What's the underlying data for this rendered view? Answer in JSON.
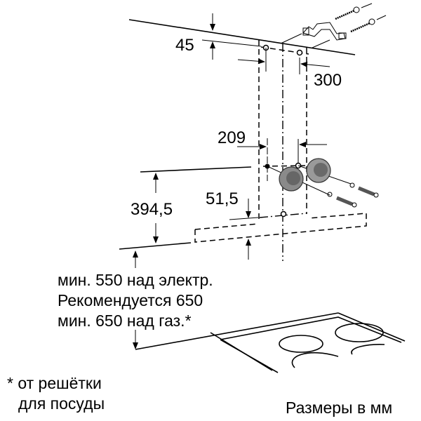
{
  "dimensions": {
    "d45": "45",
    "d300": "300",
    "d209": "209",
    "d394": "394,5",
    "d51": "51,5"
  },
  "notes": {
    "line1": "мин. 550 над электр.",
    "line2": "Рекомендуется 650",
    "line3": "мин. 650 над газ.*"
  },
  "footnote": {
    "line1": "* от решётки",
    "line2": "для посуды"
  },
  "units_caption": "Размеры в мм"
}
